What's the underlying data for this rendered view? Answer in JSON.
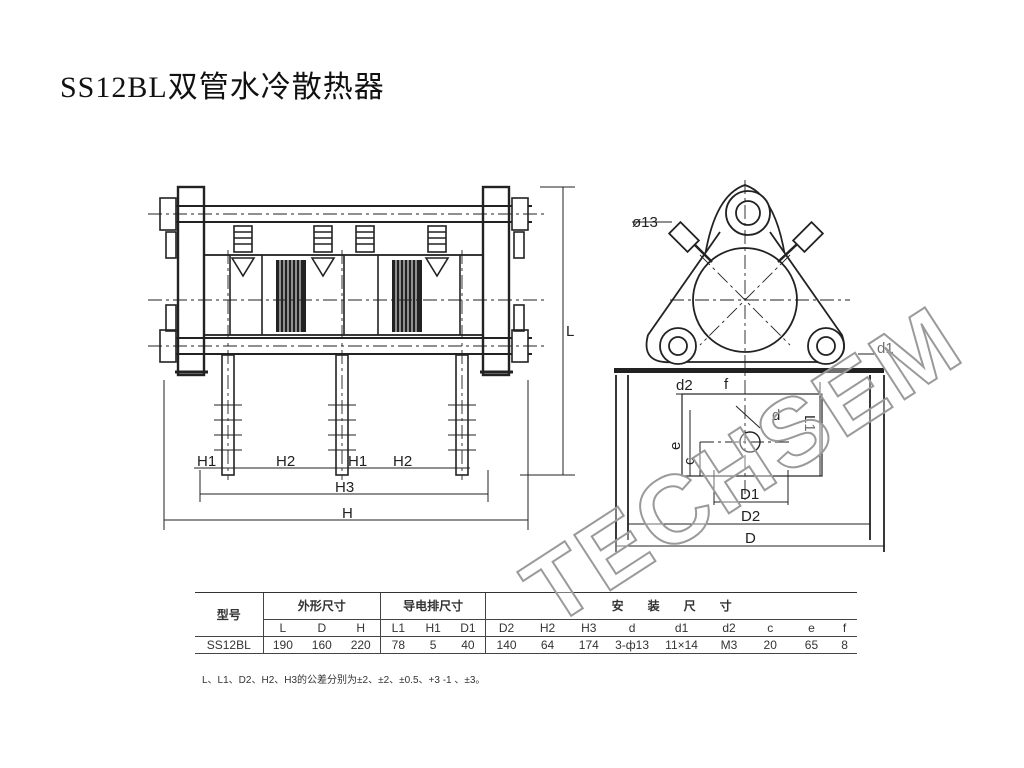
{
  "title": "SS12BL双管水冷散热器",
  "front_view": {
    "labels": {
      "h1_left": "H1",
      "h2_left": "H2",
      "h1_mid": "H1",
      "h2_right": "H2",
      "h3": "H3",
      "h": "H",
      "l": "L"
    }
  },
  "side_view": {
    "labels": {
      "phi13": "ø13",
      "d1_small": "d1",
      "d2": "d2",
      "f": "f",
      "d": "d",
      "e": "e",
      "c": "c",
      "l1": "L1",
      "D1": "D1",
      "D2": "D2",
      "D": "D"
    }
  },
  "table": {
    "model_header": "型号",
    "group_outer": "外形尺寸",
    "group_busbar": "导电排尺寸",
    "group_install": "安　　装　　尺　　寸",
    "columns": [
      "L",
      "D",
      "H",
      "L1",
      "H1",
      "D1",
      "D2",
      "H2",
      "H3",
      "d",
      "d1",
      "d2",
      "c",
      "e",
      "f"
    ],
    "rows": [
      {
        "model": "SS12BL",
        "values": [
          "190",
          "160",
          "220",
          "78",
          "5",
          "40",
          "140",
          "64",
          "174",
          "3-ф13",
          "11×14",
          "M3",
          "20",
          "65",
          "8"
        ]
      }
    ]
  },
  "footnote": "L、L1、D2、H2、H3的公差分别为±2、±2、±0.5、+3 -1 、±3。",
  "watermark": "TECHSEM"
}
